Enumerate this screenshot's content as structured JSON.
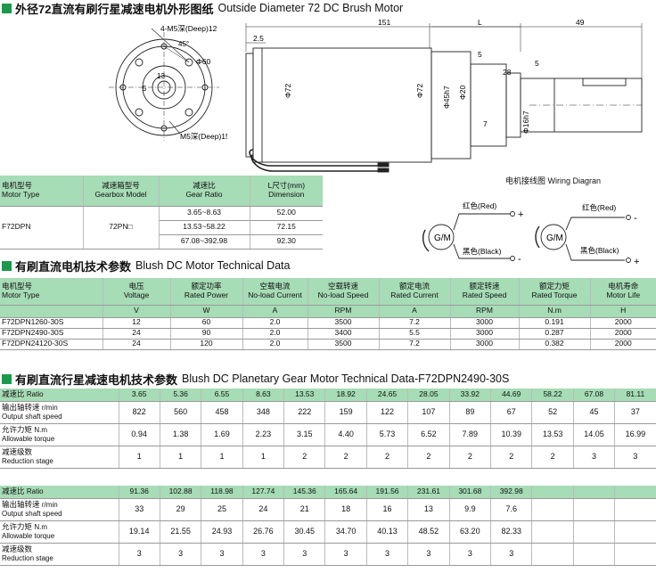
{
  "title": {
    "cn": "外径72直流有刷行星减速电机外形图纸",
    "en": "Outside Diameter 72 DC Brush Motor"
  },
  "drawing": {
    "front": {
      "holes": "4-M5深(Deep)12",
      "angle": "45°",
      "pcd": "Φ60",
      "center": "13",
      "center2": "5",
      "screw": "M5深(Deep)15"
    },
    "side": {
      "d151": "151",
      "dL": "L",
      "d49": "49",
      "d25": "2.5",
      "d72a": "Φ72",
      "d72b": "Φ72",
      "d45": "Φ45h7",
      "d20": "Φ20",
      "d5a": "5",
      "d28": "28",
      "d5b": "5",
      "d16": "Φ16h7",
      "d7": "7"
    }
  },
  "motor_table": {
    "headers": [
      {
        "cn": "电机型号",
        "en": "Motor Type"
      },
      {
        "cn": "减速箱型号",
        "en": "Gearbox Model"
      },
      {
        "cn": "减速比",
        "en": "Gear Ratio"
      },
      {
        "cn": "L尺寸(mm)",
        "en": "Dimension"
      }
    ],
    "motor": "F72DPN",
    "gearbox": "72PN□",
    "rows": [
      {
        "ratio": "3.65~8.63",
        "dim": "52.00"
      },
      {
        "ratio": "13.53~58.22",
        "dim": "72.15"
      },
      {
        "ratio": "67.08~392.98",
        "dim": "92.30"
      }
    ]
  },
  "wiring": {
    "title": "电机接线图 Wiring Diagran",
    "left": {
      "red": "红色(Red)",
      "black": "黑色(Black)",
      "label": "G/M",
      "plus": "+",
      "minus": "-"
    },
    "right": {
      "red": "红色(Red)",
      "black": "黑色(Black)",
      "label": "G/M",
      "plus": "+",
      "minus": "-"
    }
  },
  "tech": {
    "title": {
      "cn": "有刷直流电机技术参数",
      "en": "Blush DC Motor Technical Data"
    },
    "headers": [
      {
        "cn": "电机型号",
        "en": "Motor Type",
        "unit": ""
      },
      {
        "cn": "电压",
        "en": "Voltage",
        "unit": "V"
      },
      {
        "cn": "额定功率",
        "en": "Rated Power",
        "unit": "W"
      },
      {
        "cn": "空载电流",
        "en": "No-load Current",
        "unit": "A"
      },
      {
        "cn": "空载转速",
        "en": "No-load Speed",
        "unit": "RPM"
      },
      {
        "cn": "额定电流",
        "en": "Rated Current",
        "unit": "A"
      },
      {
        "cn": "额定转速",
        "en": "Rated Speed",
        "unit": "RPM"
      },
      {
        "cn": "额定力矩",
        "en": "Rated Torque",
        "unit": "N.m"
      },
      {
        "cn": "电机寿命",
        "en": "Motor Life",
        "unit": "H"
      }
    ],
    "rows": [
      [
        "F72DPN1260-30S",
        "12",
        "60",
        "2.0",
        "3500",
        "7.2",
        "3000",
        "0.191",
        "2000"
      ],
      [
        "F72DPN2490-30S",
        "24",
        "90",
        "2.0",
        "3400",
        "5.5",
        "3000",
        "0.287",
        "2000"
      ],
      [
        "F72DPN24120-30S",
        "24",
        "120",
        "2.0",
        "3500",
        "7.2",
        "3000",
        "0.382",
        "2000"
      ]
    ]
  },
  "gear": {
    "title": {
      "cn": "有刷直流行星减速电机技术参数",
      "en": "Blush DC Planetary Gear Motor Technical Data-F72DPN2490-30S"
    },
    "labels": {
      "ratio": {
        "cn": "减速比",
        "en": "Ratio"
      },
      "speed": {
        "cn": "输出轴转速",
        "unit": "r/min",
        "en": "Output shaft speed"
      },
      "torque": {
        "cn": "允许力矩",
        "unit": "N.m",
        "en": "Allowable torque"
      },
      "stage": {
        "cn": "减速级数",
        "unit": "",
        "en": "Reduction stage"
      }
    },
    "block1": {
      "ratio": [
        "3.65",
        "5.36",
        "6.55",
        "8.63",
        "13.53",
        "18.92",
        "24.65",
        "28.05",
        "33.92",
        "44.69",
        "58.22",
        "67.08",
        "81.11"
      ],
      "speed": [
        "822",
        "560",
        "458",
        "348",
        "222",
        "159",
        "122",
        "107",
        "89",
        "67",
        "52",
        "45",
        "37"
      ],
      "torque": [
        "0.94",
        "1.38",
        "1.69",
        "2.23",
        "3.15",
        "4.40",
        "5.73",
        "6.52",
        "7.89",
        "10.39",
        "13.53",
        "14.05",
        "16.99"
      ],
      "stage": [
        "1",
        "1",
        "1",
        "1",
        "2",
        "2",
        "2",
        "2",
        "2",
        "2",
        "2",
        "3",
        "3"
      ]
    },
    "block2": {
      "ratio": [
        "91.36",
        "102.88",
        "118.98",
        "127.74",
        "145.36",
        "165.64",
        "191.56",
        "231.61",
        "301.68",
        "392.98"
      ],
      "speed": [
        "33",
        "29",
        "25",
        "24",
        "21",
        "18",
        "16",
        "13",
        "9.9",
        "7.6"
      ],
      "torque": [
        "19.14",
        "21.55",
        "24.93",
        "26.76",
        "30.45",
        "34.70",
        "40.13",
        "48.52",
        "63.20",
        "82.33"
      ],
      "stage": [
        "3",
        "3",
        "3",
        "3",
        "3",
        "3",
        "3",
        "3",
        "3",
        "3"
      ]
    }
  }
}
